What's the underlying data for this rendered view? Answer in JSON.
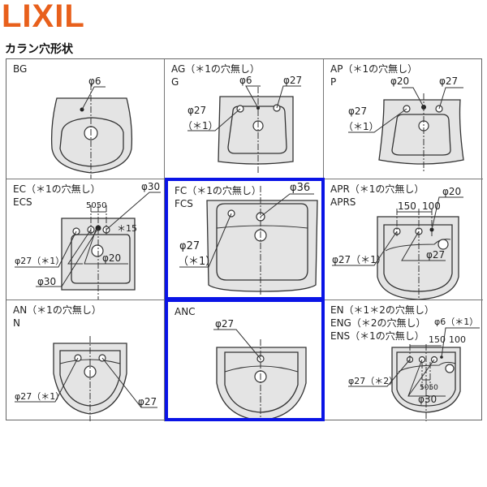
{
  "logo": "LIXIL",
  "page_title": "カラン穴形状",
  "accent_color": "#e8601c",
  "highlight_color": "#0a14e6",
  "cells": {
    "bg": {
      "label1": "BG",
      "d1": "φ6"
    },
    "ag": {
      "label1": "AG（＊1の穴無し）",
      "label2": "G",
      "d1": "φ6",
      "d2": "φ27",
      "d3": "φ27",
      "d4": "（＊1）"
    },
    "ap": {
      "label1": "AP（＊1の穴無し）",
      "label2": "P",
      "d1": "φ20",
      "d2": "φ27",
      "d3": "φ27",
      "d4": "（＊1）"
    },
    "ec": {
      "label1": "EC（＊1の穴無し）",
      "label2": "ECS",
      "d1": "φ30",
      "d2": "5050",
      "d3": "＊15",
      "d4": "φ27（＊1）",
      "d5": "φ20",
      "d6": "φ30"
    },
    "fc": {
      "label1": "FC（＊1の穴無し）",
      "label2": "FCS",
      "d1": "φ36",
      "d2": "φ27",
      "d3": "（＊1）",
      "highlighted": true
    },
    "apr": {
      "label1": "APR（＊1の穴無し）",
      "label2": "APRS",
      "d1": "150",
      "d2": "100",
      "d3": "φ20",
      "d4": "φ27（＊1）",
      "d5": "φ27"
    },
    "an": {
      "label1": "AN（＊1の穴無し）",
      "label2": "N",
      "d1": "φ27（＊1）",
      "d2": "φ27"
    },
    "anc": {
      "label1": "ANC",
      "d1": "φ27",
      "highlighted": true
    },
    "en": {
      "label1": "EN（＊1＊2の穴無し）",
      "label2": "ENG（＊2の穴無し）",
      "label3": "ENS（＊1の穴無し）",
      "d1": "150",
      "d2": "100",
      "d3": "φ6（＊1）",
      "d4": "φ27（＊2）",
      "d5": "5050",
      "d6": "φ30"
    }
  }
}
